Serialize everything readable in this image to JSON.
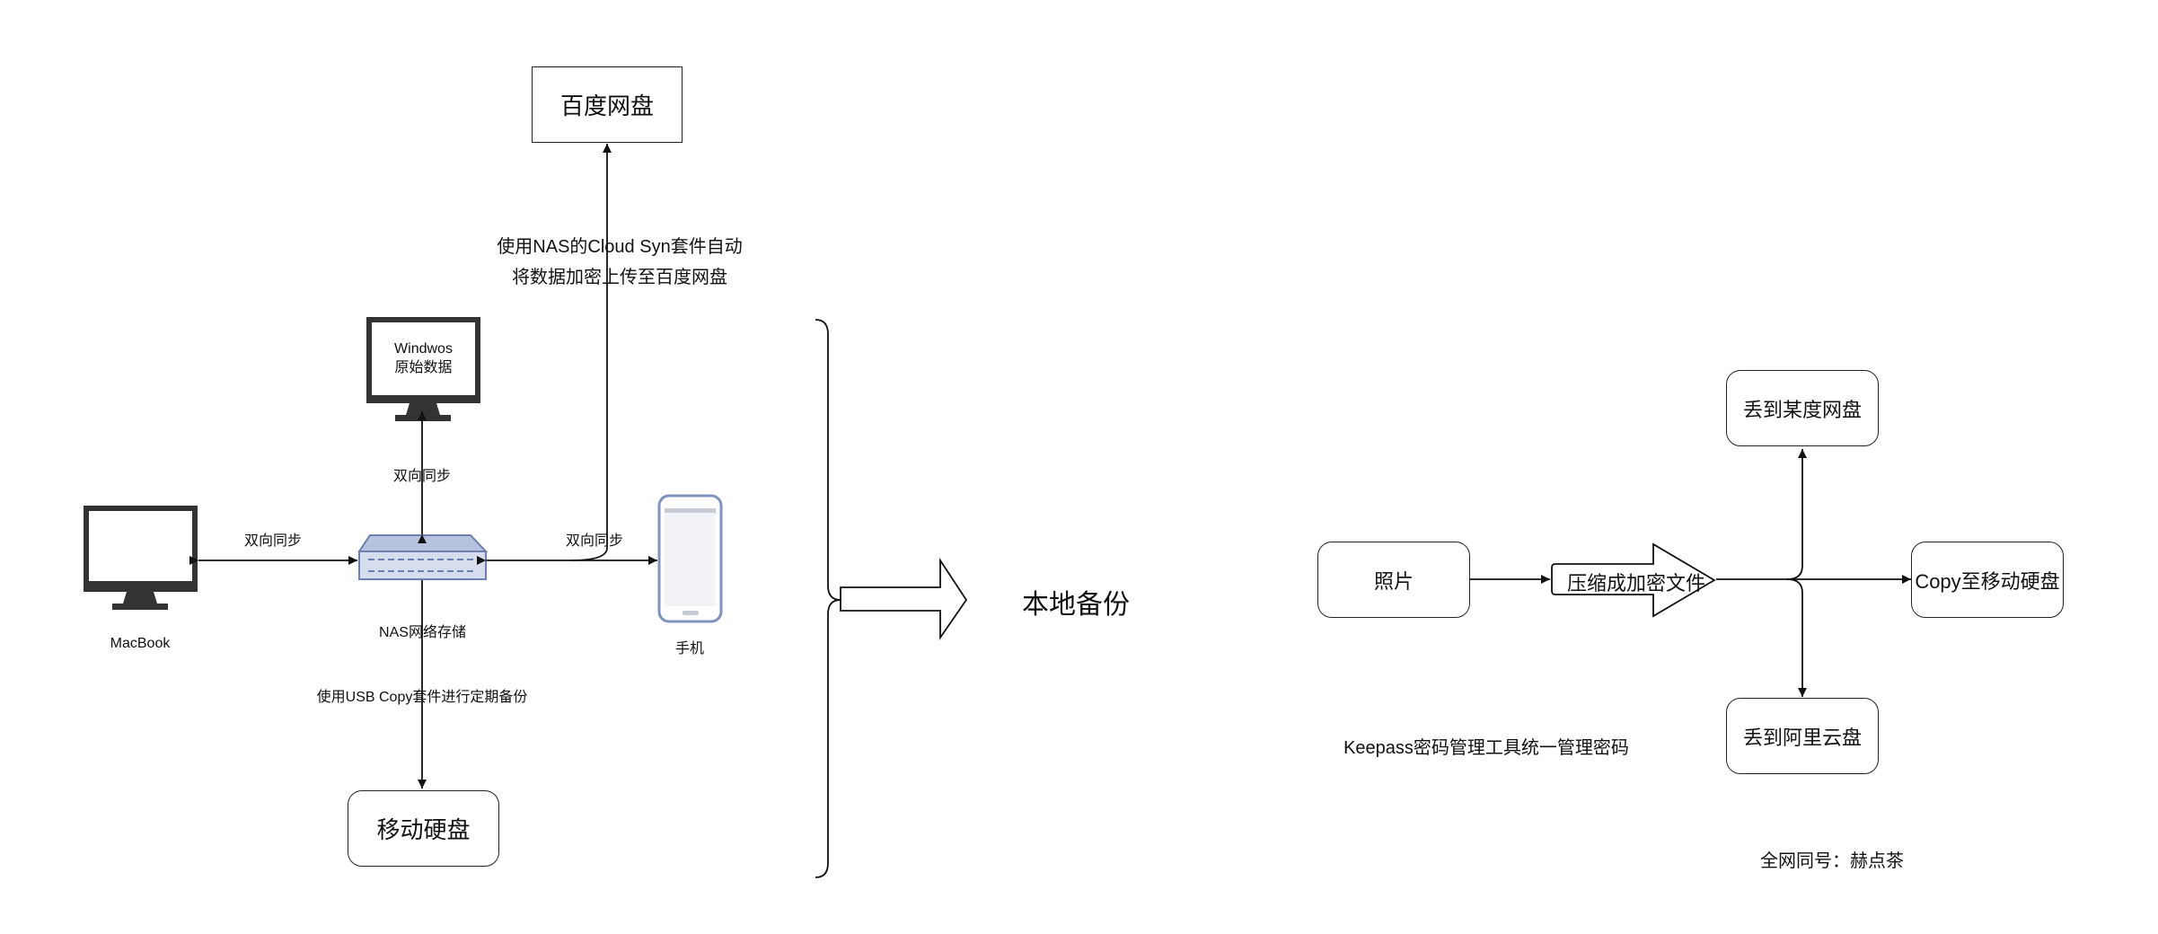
{
  "diagram": {
    "nodes": {
      "baidu": "百度网盘",
      "windows_line1": "Windwos",
      "windows_line2": "原始数据",
      "macbook": "MacBook",
      "nas": "NAS网络存储",
      "phone": "手机",
      "usb_drive": "移动硬盘",
      "local_backup": "本地备份",
      "photo": "照片",
      "compress": "压缩成加密文件",
      "upload_baidu": "丢到某度网盘",
      "copy_drive": "Copy至移动硬盘",
      "upload_aliyun": "丢到阿里云盘"
    },
    "edges": {
      "cloud_sync_line1": "使用NAS的Cloud Syn套件自动",
      "cloud_sync_line2": "将数据加密上传至百度网盘",
      "sync_windows": "双向同步",
      "sync_mac": "双向同步",
      "sync_phone": "双向同步",
      "usb_copy": "使用USB Copy套件进行定期备份"
    },
    "notes": {
      "keepass": "Keepass密码管理工具统一管理密码",
      "signature": "全网同号：赫点茶"
    }
  }
}
